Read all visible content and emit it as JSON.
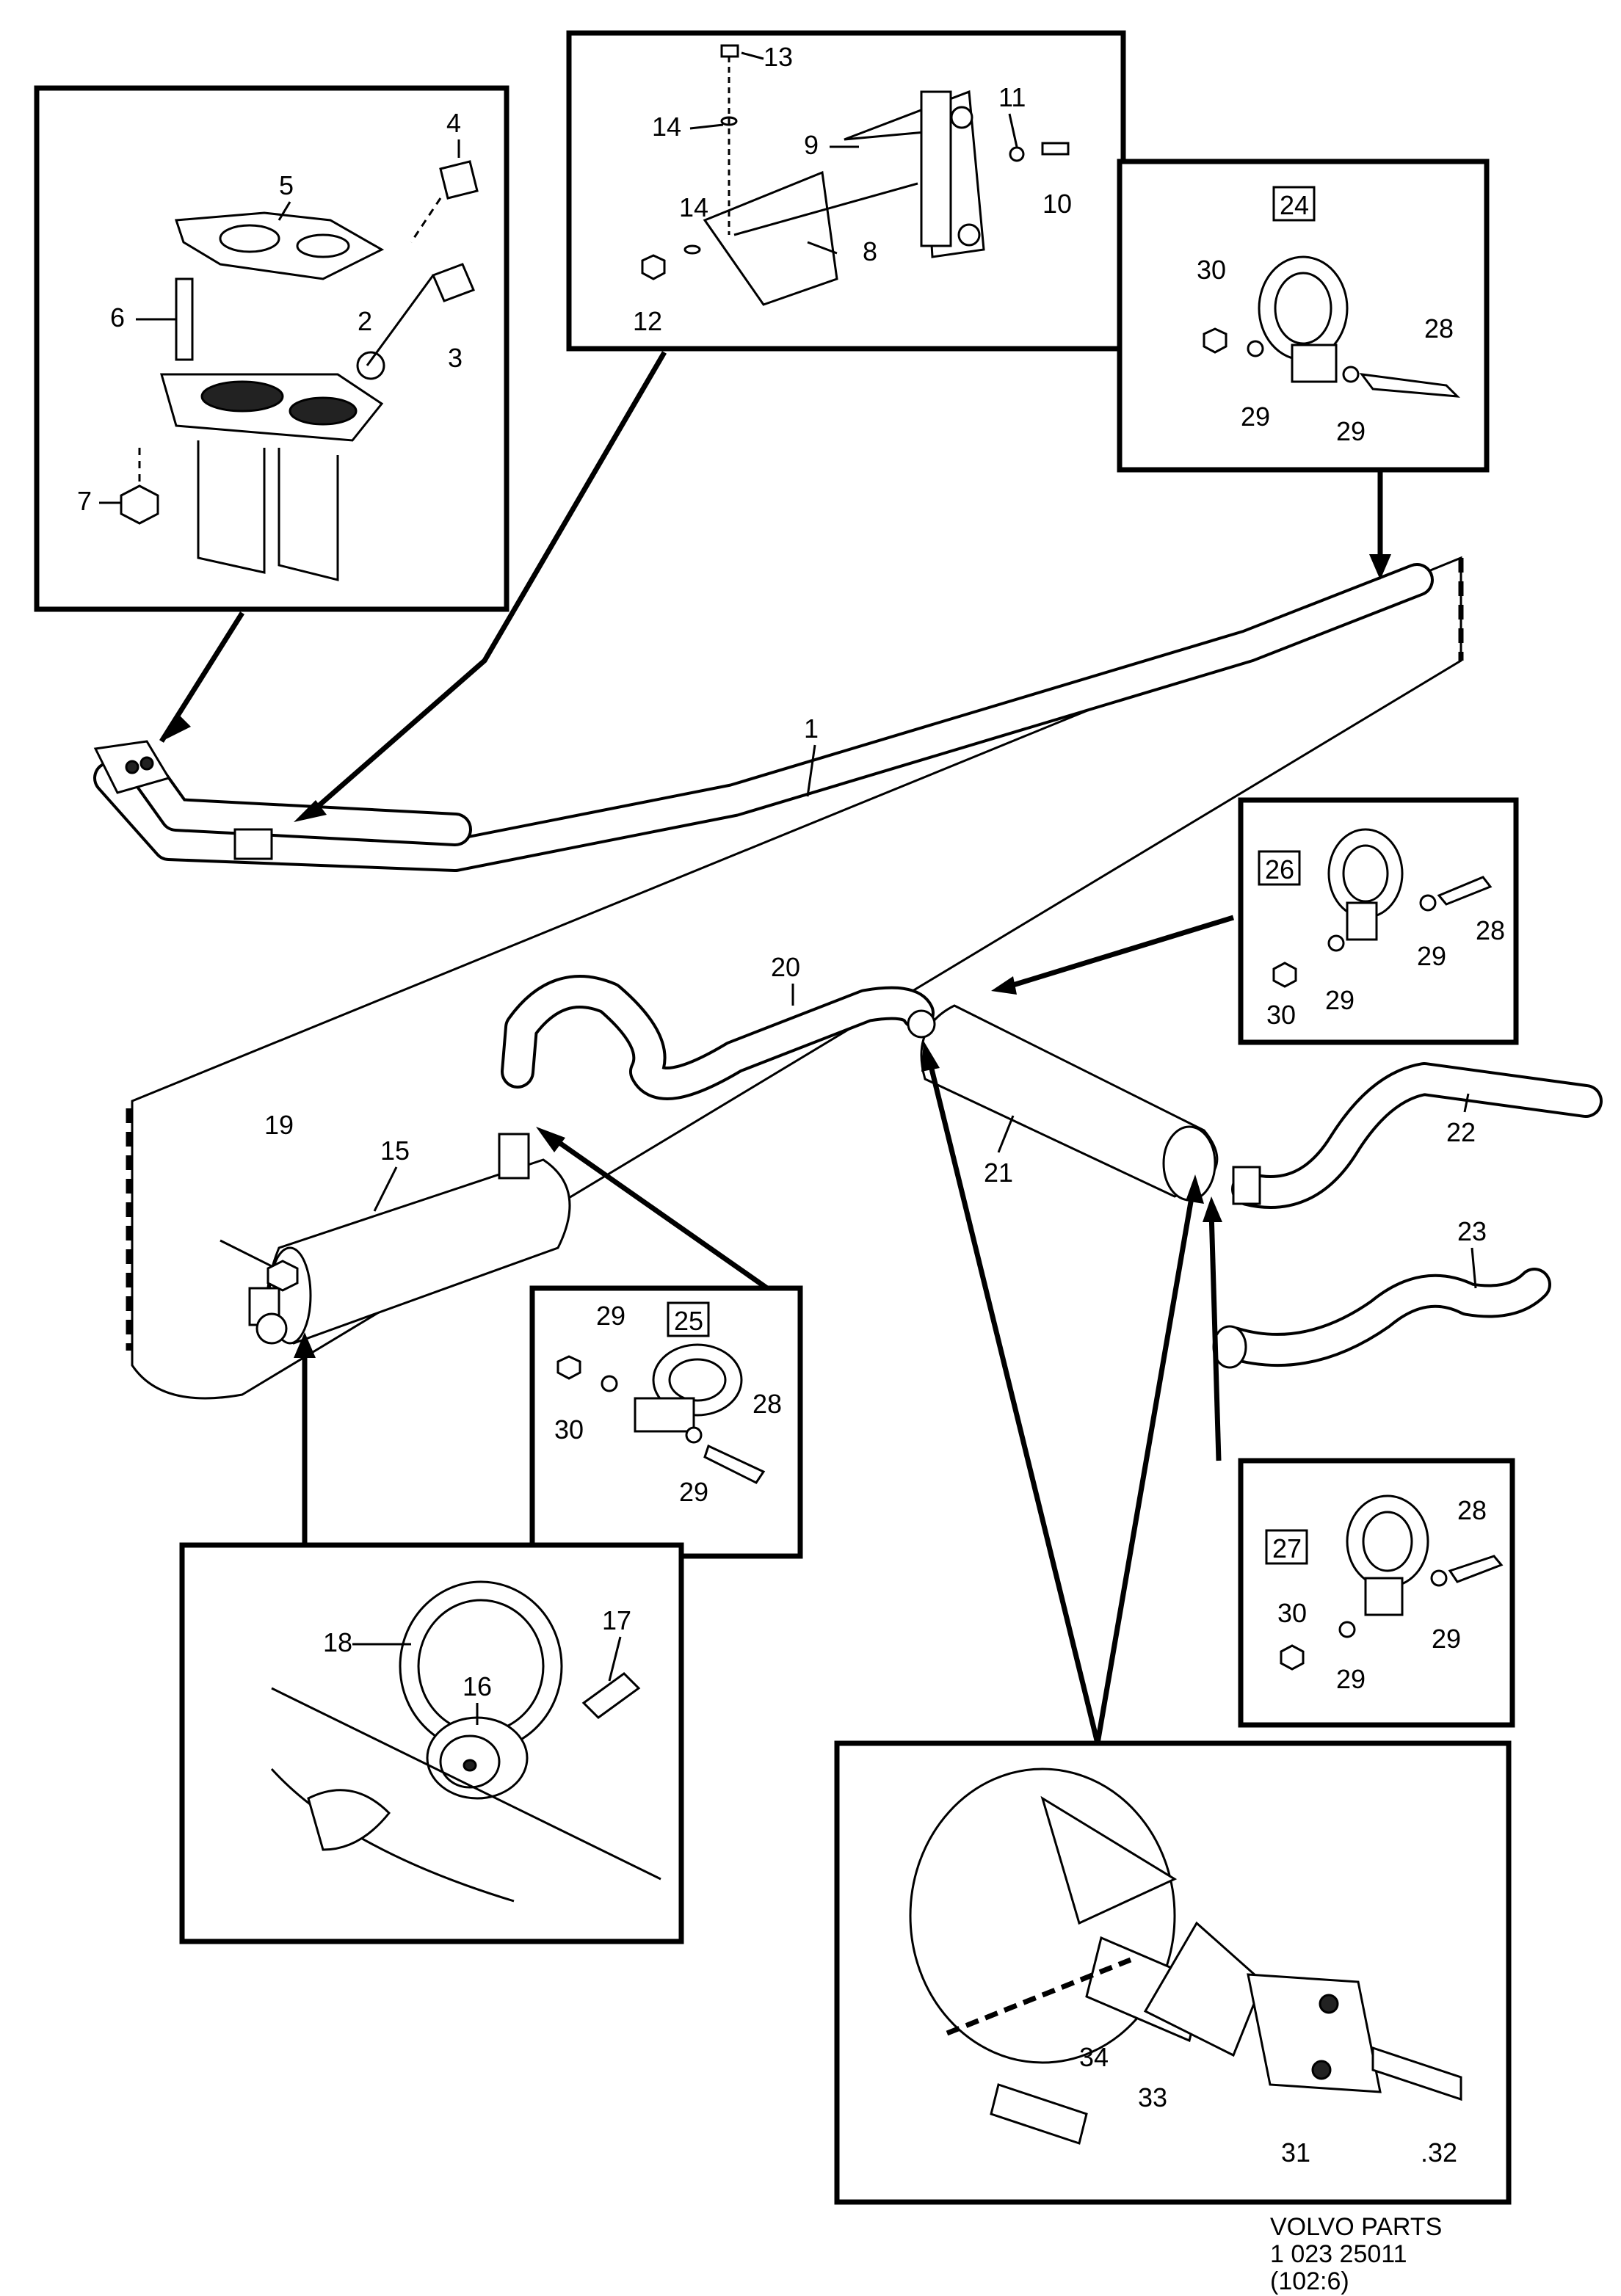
{
  "callouts": {
    "n1": "1",
    "n2": "2",
    "n3": "3",
    "n4": "4",
    "n5": "5",
    "n6": "6",
    "n7": "7",
    "n8": "8",
    "n9": "9",
    "n10": "10",
    "n11": "11",
    "n12": "12",
    "n13": "13",
    "n14a": "14",
    "n14b": "14",
    "n15": "15",
    "n16": "16",
    "n17": "17",
    "n18": "18",
    "n19": "19",
    "n20": "20",
    "n21": "21",
    "n22": "22",
    "n23": "23",
    "n24": "24",
    "n25": "25",
    "n26": "26",
    "n27": "27",
    "n28a": "28",
    "n28b": "28",
    "n28c": "28",
    "n28d": "28",
    "n29a": "29",
    "n29b": "29",
    "n29c": "29",
    "n29d": "29",
    "n29e": "29",
    "n29f": "29",
    "n29g": "29",
    "n29h": "29",
    "n30a": "30",
    "n30b": "30",
    "n30c": "30",
    "n30d": "30",
    "n31": "31",
    "n32": ".32",
    "n33": "33",
    "n34": "34"
  },
  "credit": {
    "line1": "VOLVO PARTS",
    "line2": "1 023 25011",
    "line3": "(102:6)"
  }
}
